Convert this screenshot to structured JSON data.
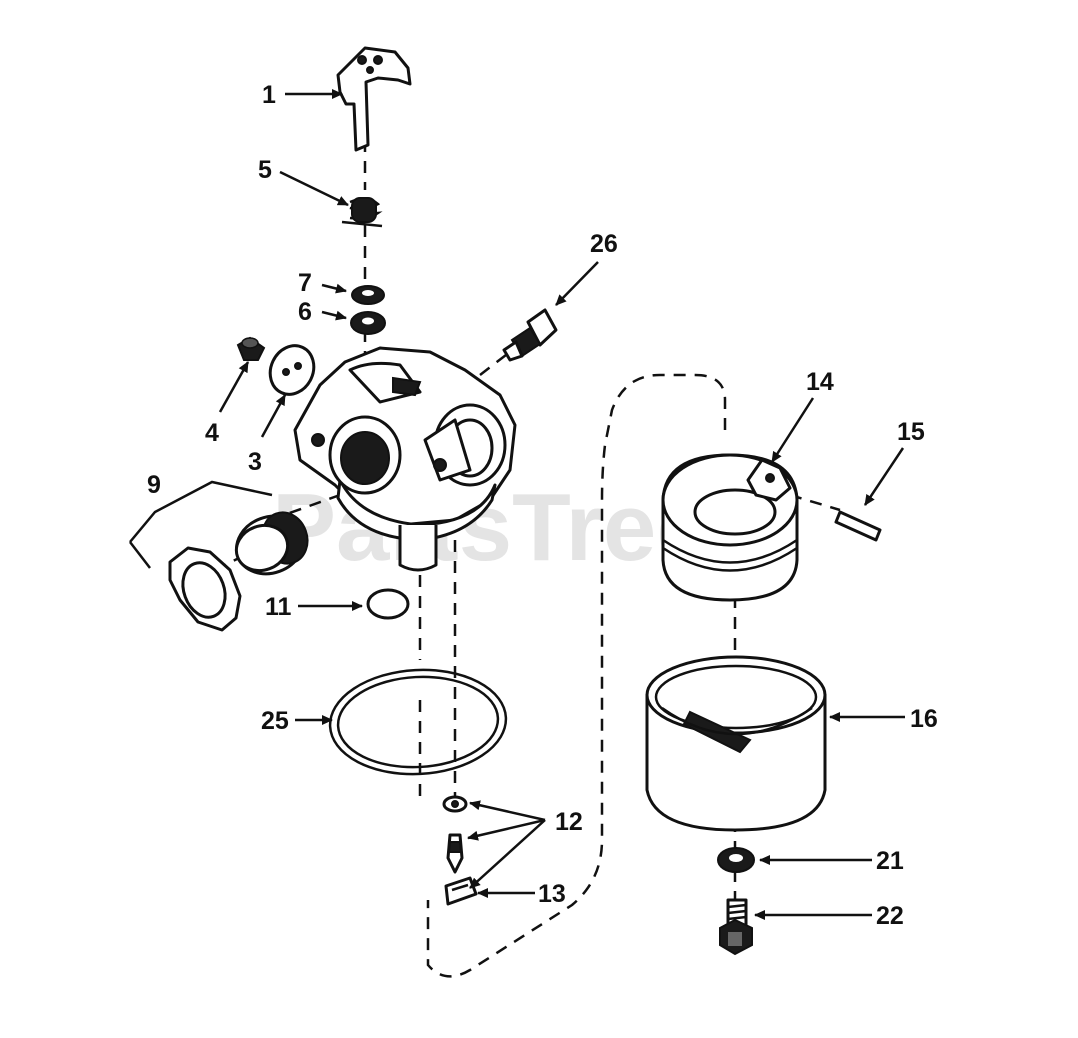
{
  "watermark": "PartsTree",
  "callouts": [
    {
      "id": "1",
      "label": "1"
    },
    {
      "id": "5",
      "label": "5"
    },
    {
      "id": "7",
      "label": "7"
    },
    {
      "id": "6",
      "label": "6"
    },
    {
      "id": "26",
      "label": "26"
    },
    {
      "id": "4",
      "label": "4"
    },
    {
      "id": "3",
      "label": "3"
    },
    {
      "id": "9",
      "label": "9"
    },
    {
      "id": "14",
      "label": "14"
    },
    {
      "id": "15",
      "label": "15"
    },
    {
      "id": "11",
      "label": "11"
    },
    {
      "id": "25",
      "label": "25"
    },
    {
      "id": "16",
      "label": "16"
    },
    {
      "id": "12",
      "label": "12"
    },
    {
      "id": "13",
      "label": "13"
    },
    {
      "id": "21",
      "label": "21"
    },
    {
      "id": "22",
      "label": "22"
    }
  ]
}
